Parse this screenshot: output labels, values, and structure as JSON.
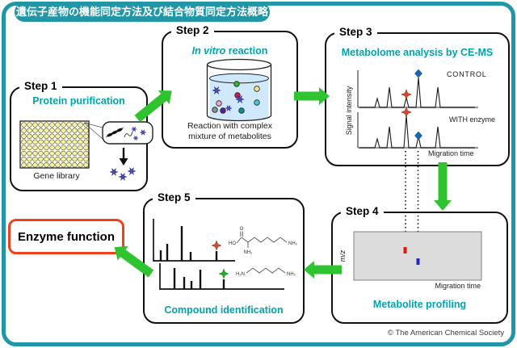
{
  "title_banner": "遺伝子産物の機能同定方法及び結合物質同定方法概略",
  "copyright": "© The American Chemical Society",
  "colors": {
    "teal": "#2196a7",
    "teal_text": "#00a3ae",
    "green": "#2fc42f",
    "red_box": "#f2401d",
    "red_marker": "#d64a28",
    "blue_marker": "#1967b3",
    "green_marker": "#1db41d",
    "red_dot": "#e81515",
    "blue_dot": "#2727c8",
    "liquid": "#cfe9fa",
    "well": "#f6f1a0",
    "pstar": "#4d4dc0",
    "grayrect": "#dcdcdc"
  },
  "steps": {
    "step1": {
      "label": "Step 1",
      "title": "Protein purification",
      "plate_caption": "Gene library"
    },
    "step2": {
      "label": "Step 2",
      "title_italic": "In vitro",
      "title_rest": "reaction",
      "caption1": "Reaction with complex",
      "caption2": "mixture of metabolites"
    },
    "step3": {
      "label": "Step 3",
      "title": "Metabolome analysis by CE-MS",
      "trace_top": "CONTROL",
      "trace_bottom": "WITH enzyme",
      "ylabel": "Signal intensity",
      "xlabel": "Migration time"
    },
    "step4": {
      "label": "Step 4",
      "title": "Metabolite profiling",
      "ylabel": "m/z",
      "xlabel": "Migration time"
    },
    "step5": {
      "label": "Step 5",
      "title": "Compound identification",
      "lysine": {
        "ho": "HO",
        "o": "O",
        "nh2_side": "NH₂",
        "nh2_end": "NH₂"
      },
      "cadaverine": {
        "left": "H₂N",
        "right": "NH₂"
      }
    }
  },
  "result": {
    "label": "Enzyme function"
  }
}
